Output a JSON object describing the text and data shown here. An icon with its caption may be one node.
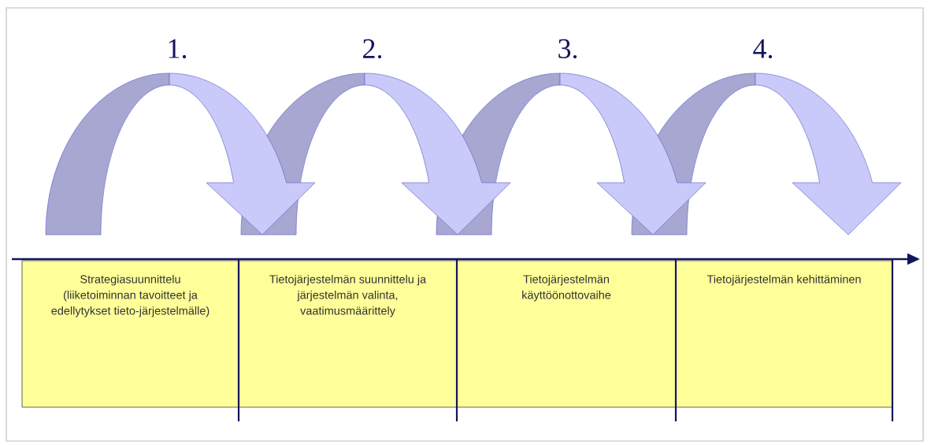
{
  "diagram": {
    "nodes": [
      {
        "text": [
          "Strategiasuunnittelu (liiketoiminnan tavoitteet ja edellytykset tieto-järjestelmälle)"
        ]
      },
      {
        "text": [
          "Tietojärjestelmän suunnittelu ja järjestelmän valinta, vaatimusmäärittely"
        ]
      },
      {
        "text": [
          "Tietojärjestelmän käyttöönottovaihe"
        ]
      },
      {
        "text": [
          "Tietojärjestelmän kehittäminen"
        ]
      }
    ],
    "labels": [
      "1.",
      "2.",
      "3.",
      "4."
    ]
  }
}
